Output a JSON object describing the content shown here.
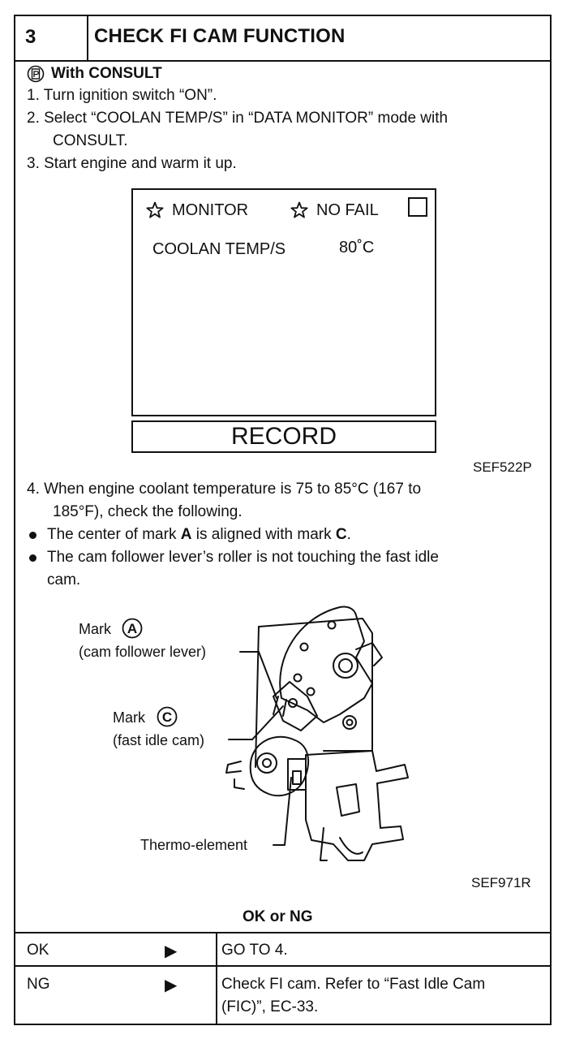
{
  "header": {
    "step": "3",
    "title": "CHECK FI CAM FUNCTION"
  },
  "consult": {
    "icon": "consult-icon",
    "label": "With CONSULT"
  },
  "steps": [
    "1.  Turn ignition switch “ON”.",
    "2.  Select “COOLAN TEMP/S” in “DATA MONITOR” mode with",
    "CONSULT.",
    "3.  Start engine and warm it up."
  ],
  "screen": {
    "monitor": "MONITOR",
    "no_fail": "NO  FAIL",
    "item": "COOLAN TEMP/S",
    "value": "80˚C",
    "record": "RECORD",
    "fig_code": "SEF522P"
  },
  "step4": {
    "line1": "4.  When engine coolant temperature is 75 to 85°C (167 to",
    "line2": "185°F), check the following."
  },
  "bullets": {
    "b1_pre": "The center of mark ",
    "b1_a": "A",
    "b1_mid": " is aligned with mark ",
    "b1_c": "C",
    "b1_end": ".",
    "b2_line1": "The cam follower lever’s roller is not touching the fast idle",
    "b2_line2": "cam."
  },
  "diagram": {
    "mark_a_word": "Mark",
    "mark_a_letter": "A",
    "mark_a_desc": "(cam follower lever)",
    "mark_c_word": "Mark",
    "mark_c_letter": "C",
    "mark_c_desc": "(fast idle cam)",
    "thermo": "Thermo-element",
    "fig_code": "SEF971R"
  },
  "result": {
    "title": "OK or NG",
    "rows": [
      {
        "label": "OK",
        "action": "GO TO 4."
      },
      {
        "label": "NG",
        "action_line1": "Check FI cam. Refer to “Fast Idle Cam",
        "action_line2": "(FIC)”, EC-33."
      }
    ]
  }
}
